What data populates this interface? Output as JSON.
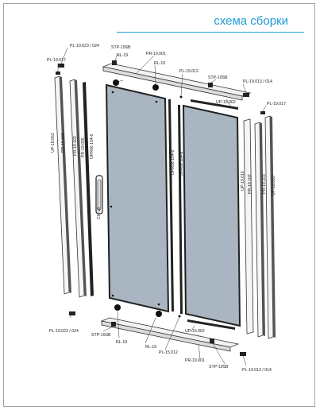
{
  "title": "схема сборки",
  "colors": {
    "accent": "#1f9bd7",
    "glass": "#a9b6c2",
    "frame": "#333333",
    "profile": "#f2f2f2"
  },
  "labels": {
    "pl_023_024_top": "PL-19.023 / 024",
    "stp_19sb_top": "STP-19SB",
    "rl_19_top": "RL-19",
    "pr_19_001_top": "PR-19.001",
    "rl_19_top2": "RL-19",
    "pl_017_left": "PL-19.017",
    "pl_15_012_top": "PL-15.012",
    "stp_19sb_top2": "STP-19SB",
    "pl_013_014_top": "PL-19.013 / 014",
    "up_15_062_top": "UP-15.062",
    "pl_017_right": "PL-19.017",
    "up_18_063_left": "UP-18.063",
    "pr_19_103_left": "PR-19.103",
    "pr_19_102_left": "PR-19.102",
    "pr_19_005": "PR-19.005",
    "upr06_104_left": "UPR06 104-6",
    "ch_18": "CH-18",
    "upr06_104_mid": "UPR06 104-6",
    "upr06_104_mid2": "UPR06 104-6",
    "up_19_016": "UP-19.016",
    "pr_19_102_right": "PR-19.102",
    "pr_19_103_right": "PR-19.103",
    "up_18_063_right": "UP-18.063",
    "pl_023_024_bottom": "PL-19.023 / 024",
    "stp_19sb_bottom": "STP-19SB",
    "rl_19_bottom": "RL-19",
    "rl_19_bottom2": "RL-19",
    "pl_15_012_bottom": "PL-15.012",
    "pr_19_001_bottom": "PR-19.001",
    "up_15_062_bottom": "UP-15.062",
    "stp_19sb_bottom2": "STP-19SB",
    "pl_013_014_bottom": "PL-19.013 / 014"
  }
}
